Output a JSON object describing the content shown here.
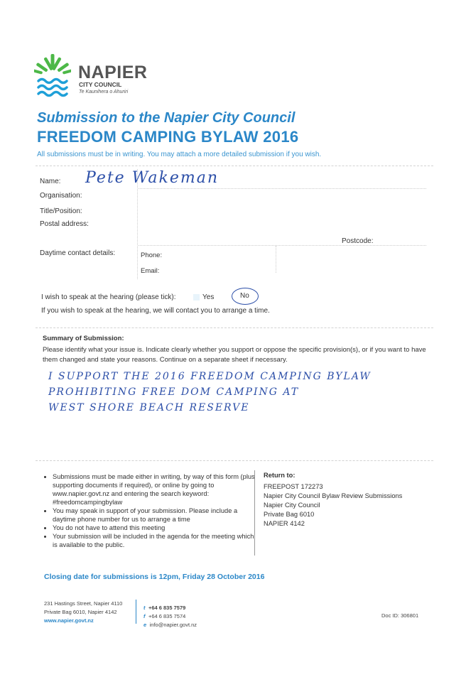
{
  "logo": {
    "name": "NAPIER",
    "sub": "CITY COUNCIL",
    "maori": "Te Kaunihera o Ahuriri"
  },
  "title": {
    "line1": "Submission to the Napier City Council",
    "line2": "FREEDOM CAMPING BYLAW 2016"
  },
  "intro": "All submissions must be in writing.  You may attach a more detailed submission if you wish.",
  "form": {
    "name_label": "Name:",
    "name_value": "Pete Wakeman",
    "org_label": "Organisation:",
    "title_label": "Title/Position:",
    "postal_label": "Postal address:",
    "postcode_label": "Postcode:",
    "contact_label": "Daytime contact details:",
    "phone_label": "Phone:",
    "email_label": "Email:"
  },
  "hearing": {
    "question": "I wish to speak at the hearing (please tick):",
    "yes": "Yes",
    "no": "No",
    "note": "If you wish to speak at the hearing, we will contact you to arrange a time."
  },
  "summary": {
    "heading": "Summary of Submission:",
    "instructions": "Please identify what your issue is. Indicate clearly whether you support or oppose the specific provision(s), or if you want to have them changed and state your reasons. Continue on a separate sheet if necessary.",
    "handwritten": [
      "I SUPPORT THE 2016 FREEDOM CAMPING BYLAW",
      "PROHIBITING FREE DOM CAMPING AT",
      "WEST SHORE BEACH RESERVE"
    ]
  },
  "notes": [
    "Submissions must be made either in writing, by way of this form (plus supporting documents if required), or online by going to www.napier.govt.nz and entering the search keyword: #freedomcampingbylaw",
    "You may speak in support of your submission. Please include a daytime phone number for us to arrange a time",
    "You do not have to attend this meeting",
    "Your submission will be included in the agenda for the meeting which is available to the public."
  ],
  "return_to": {
    "heading": "Return to:",
    "lines": [
      "FREEPOST 172273",
      "Napier City Council Bylaw Review Submissions",
      "Napier City Council",
      "Private Bag 6010",
      "NAPIER 4142"
    ]
  },
  "closing": "Closing date for submissions is 12pm, Friday 28 October 2016",
  "footer": {
    "address1": "231 Hastings Street, Napier 4110",
    "address2": "Private Bag 6010, Napier 4142",
    "website": "www.napier.govt.nz",
    "t_label": "t",
    "t_value": "+64 6 835 7579",
    "f_label": "f",
    "f_value": "+64 6 835 7574",
    "e_label": "e",
    "e_value": "info@napier.govt.nz",
    "doc_id": "Doc ID: 306801"
  },
  "colors": {
    "brand_blue": "#2b87c8",
    "logo_green": "#4db848",
    "ink": "#2c4fa8"
  }
}
